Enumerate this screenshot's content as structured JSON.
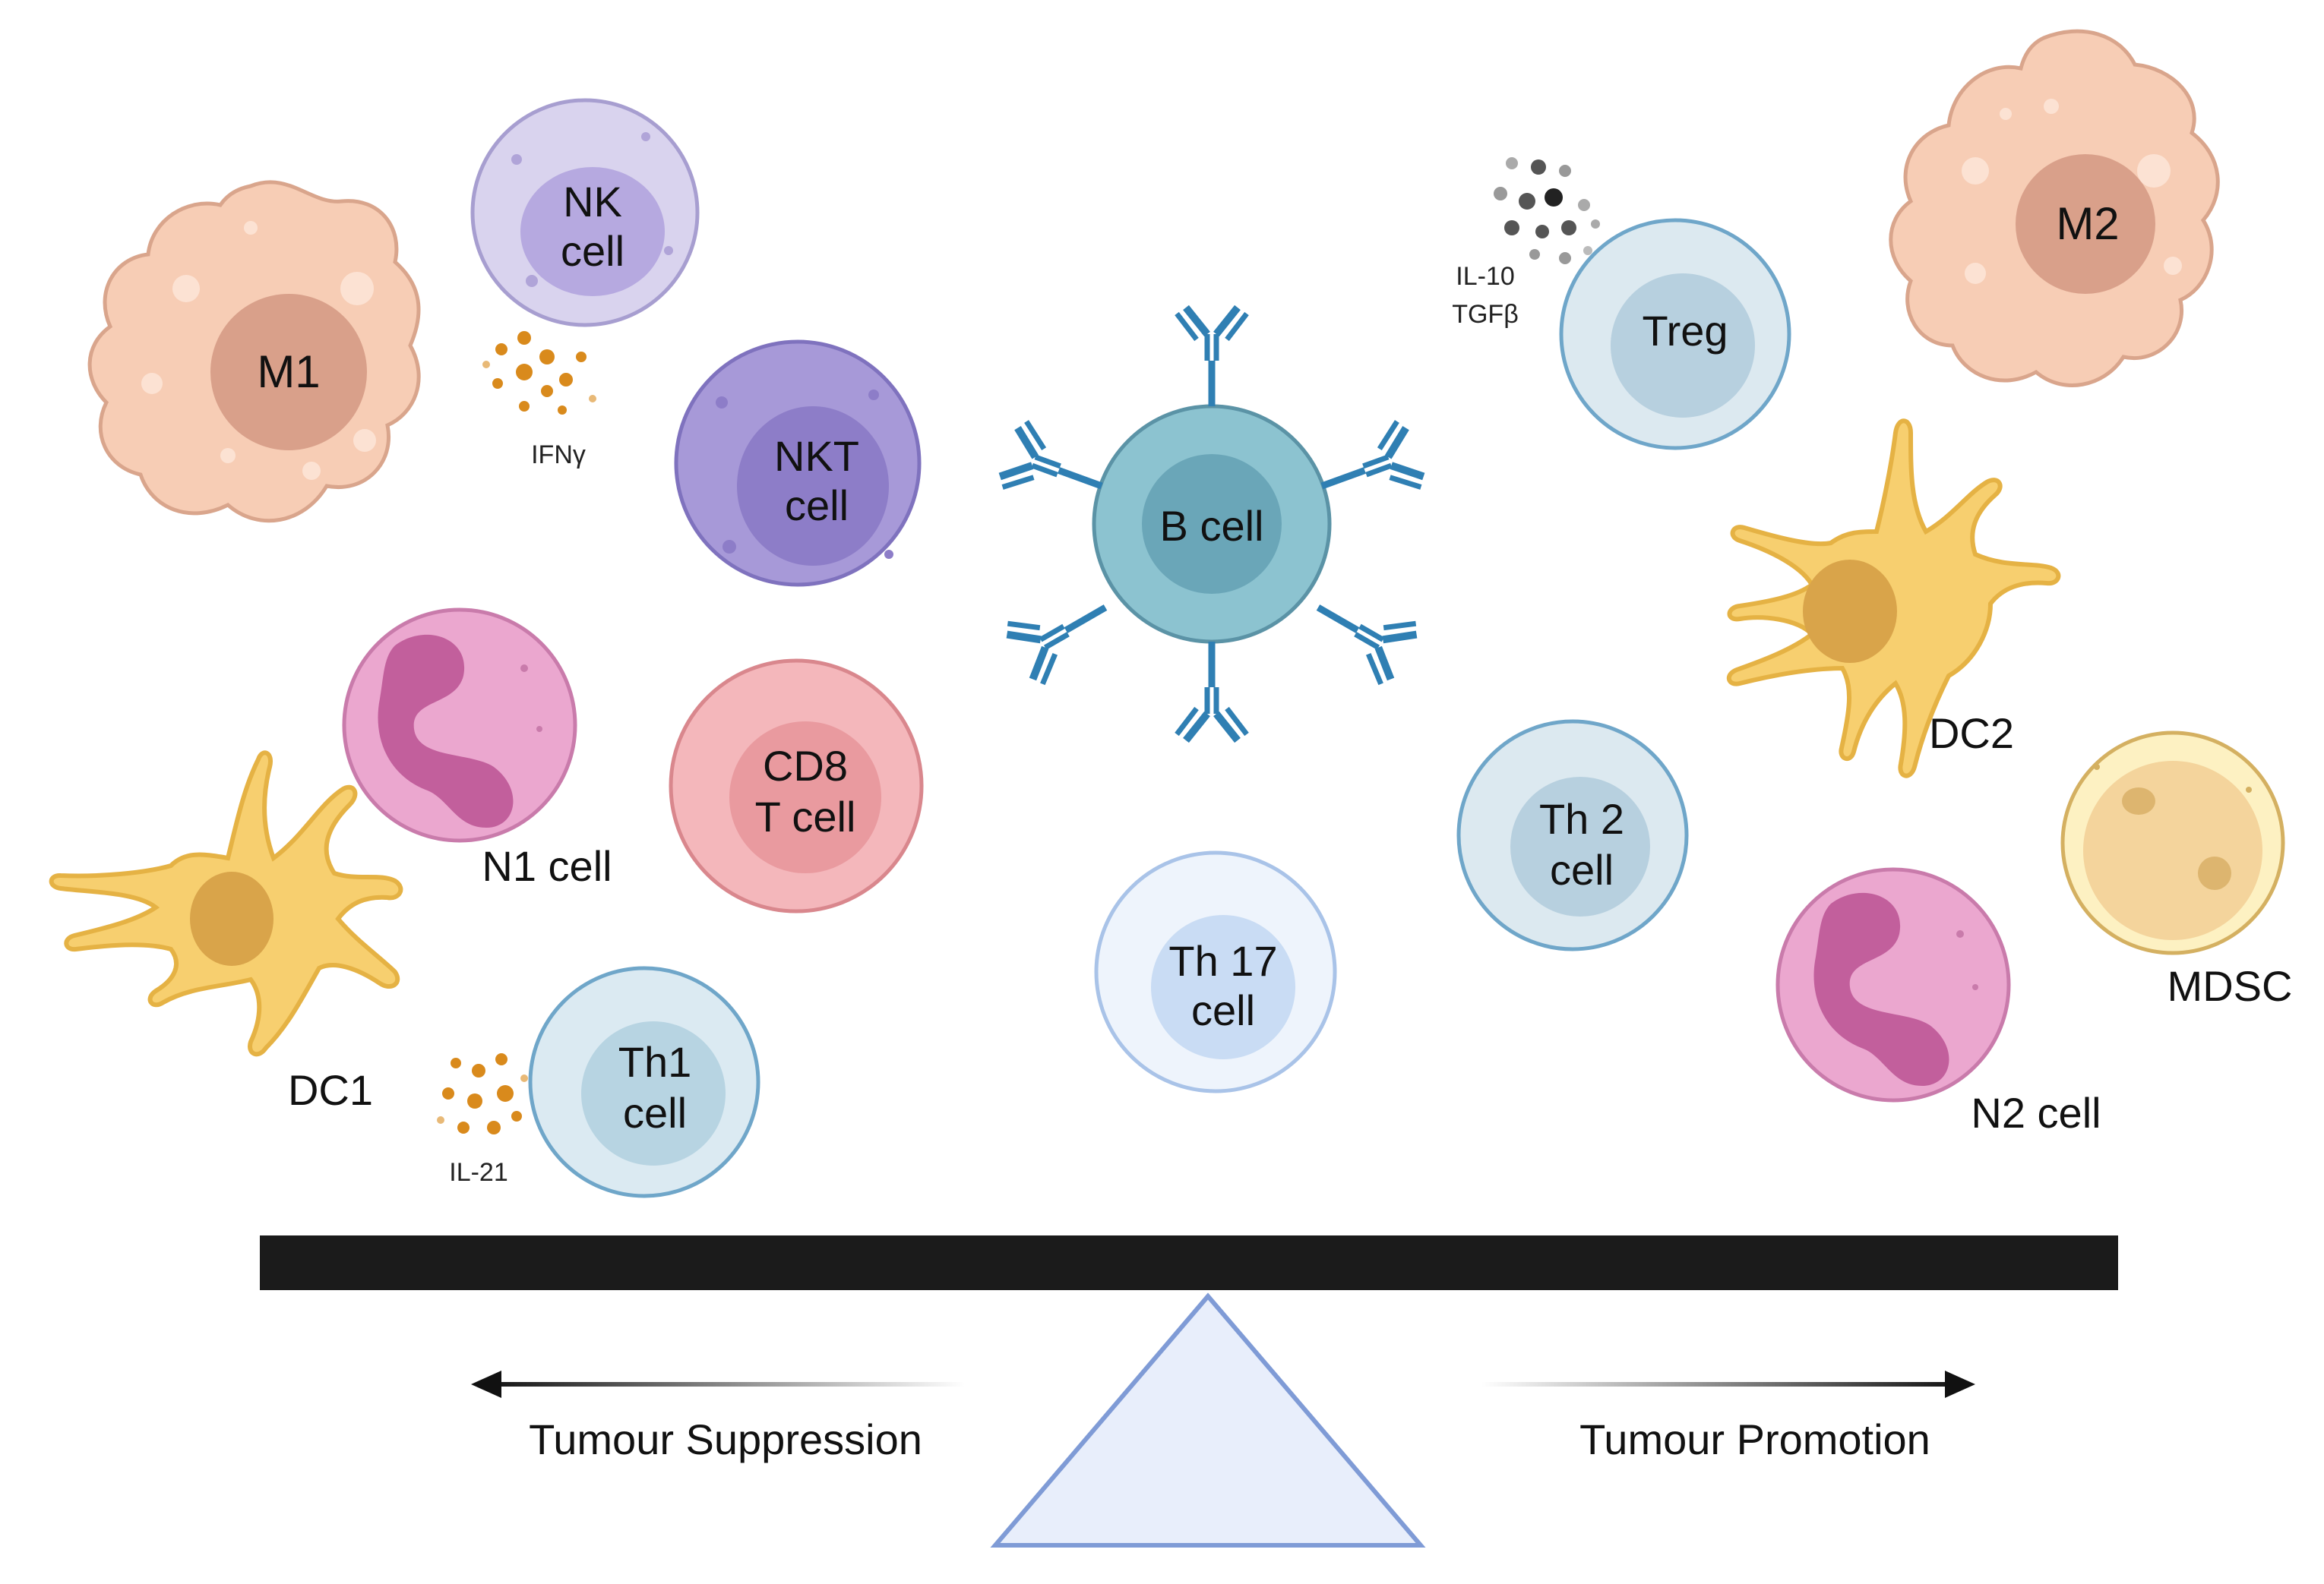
{
  "colors": {
    "macrophage": "#f7cdb5",
    "macrophage_edge": "#d9a58c",
    "dendritic": "#f7cf6f",
    "nk": "#d9d3ee",
    "nkt": "#a799d8",
    "neutrophil": "#eba7cf",
    "cd8": "#f4b7bb",
    "tcell": "#d3e7f1",
    "bcell": "#8cc3d0",
    "antibody": "#2f7fb3",
    "ifn": "#d98a1c",
    "il10": "#555555",
    "fulcrum": "#e8eefb",
    "beam": "#1b1b1b"
  },
  "cells": {
    "m1": "M1",
    "nk_line1": "NK",
    "nk_line2": "cell",
    "nkt_line1": "NKT",
    "nkt_line2": "cell",
    "n1": "N1 cell",
    "cd8_line1": "CD8",
    "cd8_line2": "T cell",
    "dc1": "DC1",
    "th1_line1": "Th1",
    "th1_line2": "cell",
    "bcell": "B cell",
    "th17_line1": "Th 17",
    "th17_line2": "cell",
    "treg": "Treg",
    "m2": "M2",
    "dc2": "DC2",
    "th2_line1": "Th 2",
    "th2_line2": "cell",
    "mdsc": "MDSC",
    "n2": "N2 cell"
  },
  "cytokines": {
    "ifn": "IFNγ",
    "il21": "IL-21",
    "il10": "IL-10",
    "tgfb": "TGFβ"
  },
  "balance": {
    "left": "Tumour Suppression",
    "right": "Tumour Promotion"
  }
}
